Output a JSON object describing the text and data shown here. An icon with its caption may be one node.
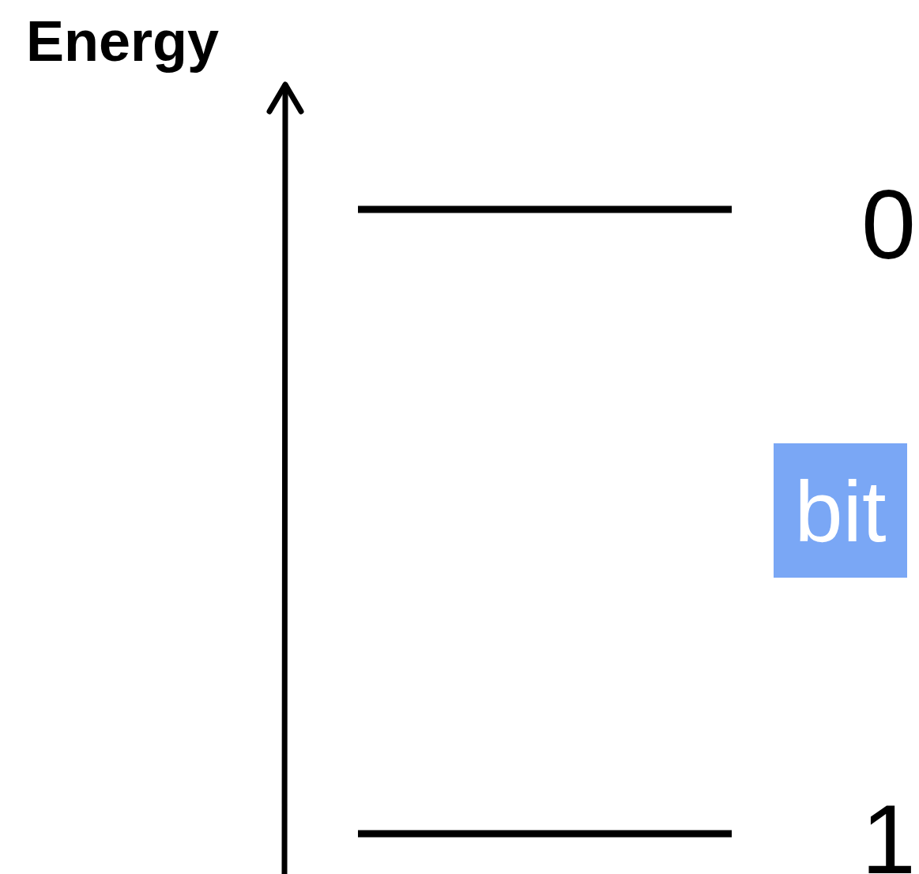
{
  "diagram": {
    "nodes": [
      {
        "text": [
          "bit"
        ]
      }
    ],
    "edges": [],
    "labels": [
      "Energy",
      "0",
      "1"
    ]
  }
}
